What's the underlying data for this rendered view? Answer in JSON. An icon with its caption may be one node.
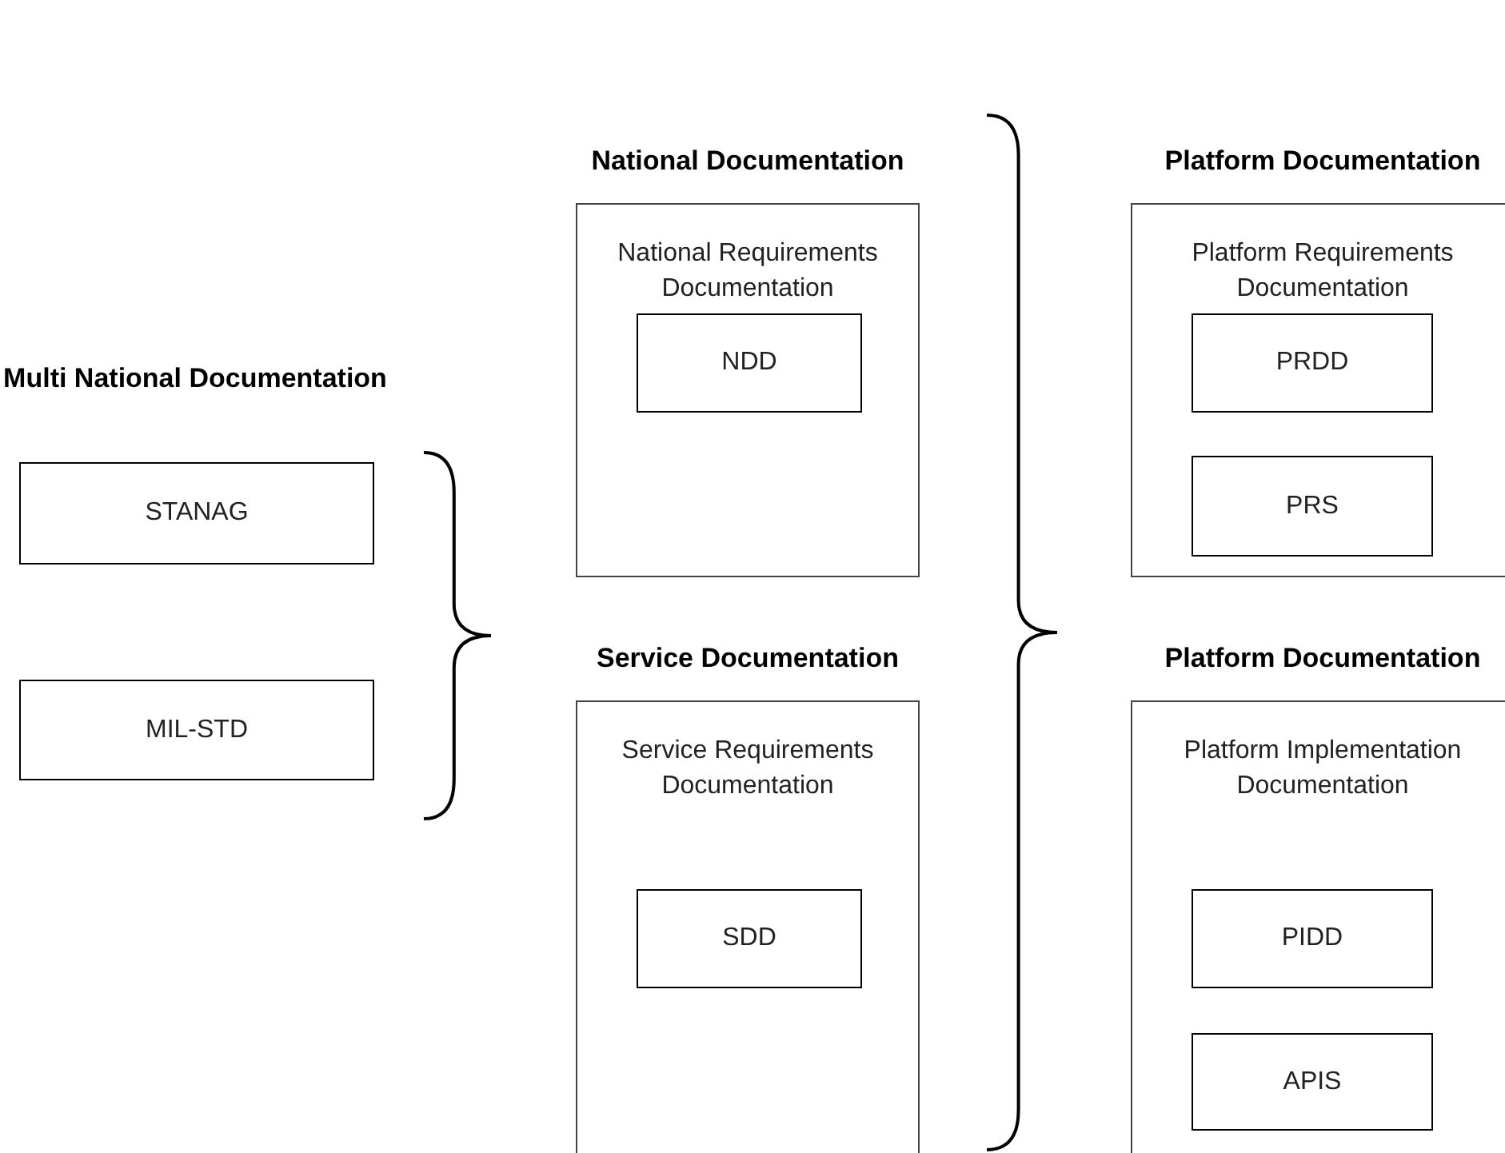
{
  "diagram": {
    "nodes": [
      {
        "text": [
          "STANAG"
        ]
      },
      {
        "text": [
          "MIL-STD"
        ]
      },
      {
        "text": [
          "National Documentation",
          "National Requirements Documentation"
        ]
      },
      {
        "text": [
          "NDD"
        ],
        "in": 2
      },
      {
        "text": [
          "Service Documentation",
          "Service Requirements Documentation"
        ]
      },
      {
        "text": [
          "SDD"
        ],
        "in": 4
      },
      {
        "text": [
          "Platform Documentation",
          "Platform Requirements Documentation"
        ]
      },
      {
        "text": [
          "PRDD"
        ],
        "in": 6
      },
      {
        "text": [
          "PRS"
        ],
        "in": 6
      },
      {
        "text": [
          "Platform Documentation",
          "Platform Implementation Documentation"
        ]
      },
      {
        "text": [
          "PIDD"
        ],
        "in": 9
      },
      {
        "text": [
          "APIS"
        ],
        "in": 9
      }
    ],
    "edges": [],
    "labels": [
      "Multi National Documentation"
    ]
  }
}
